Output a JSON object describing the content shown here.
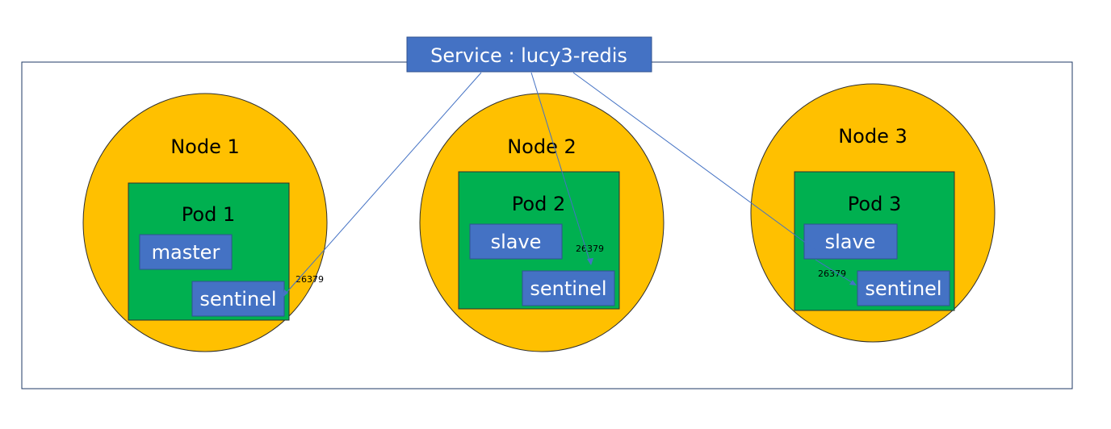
{
  "service": {
    "label": "Service : lucy3-redis"
  },
  "nodes": [
    {
      "label": "Node 1",
      "pod": {
        "label": "Pod 1",
        "role": "master",
        "sentinel": "sentinel"
      },
      "port": "26379"
    },
    {
      "label": "Node 2",
      "pod": {
        "label": "Pod 2",
        "role": "slave",
        "sentinel": "sentinel"
      },
      "port": "26379"
    },
    {
      "label": "Node 3",
      "pod": {
        "label": "Pod 3",
        "role": "slave",
        "sentinel": "sentinel"
      },
      "port": "26379"
    }
  ],
  "colors": {
    "node_fill": "#ffc000",
    "pod_fill": "#00b050",
    "box_fill": "#4472c4",
    "line": "#4472c4"
  }
}
